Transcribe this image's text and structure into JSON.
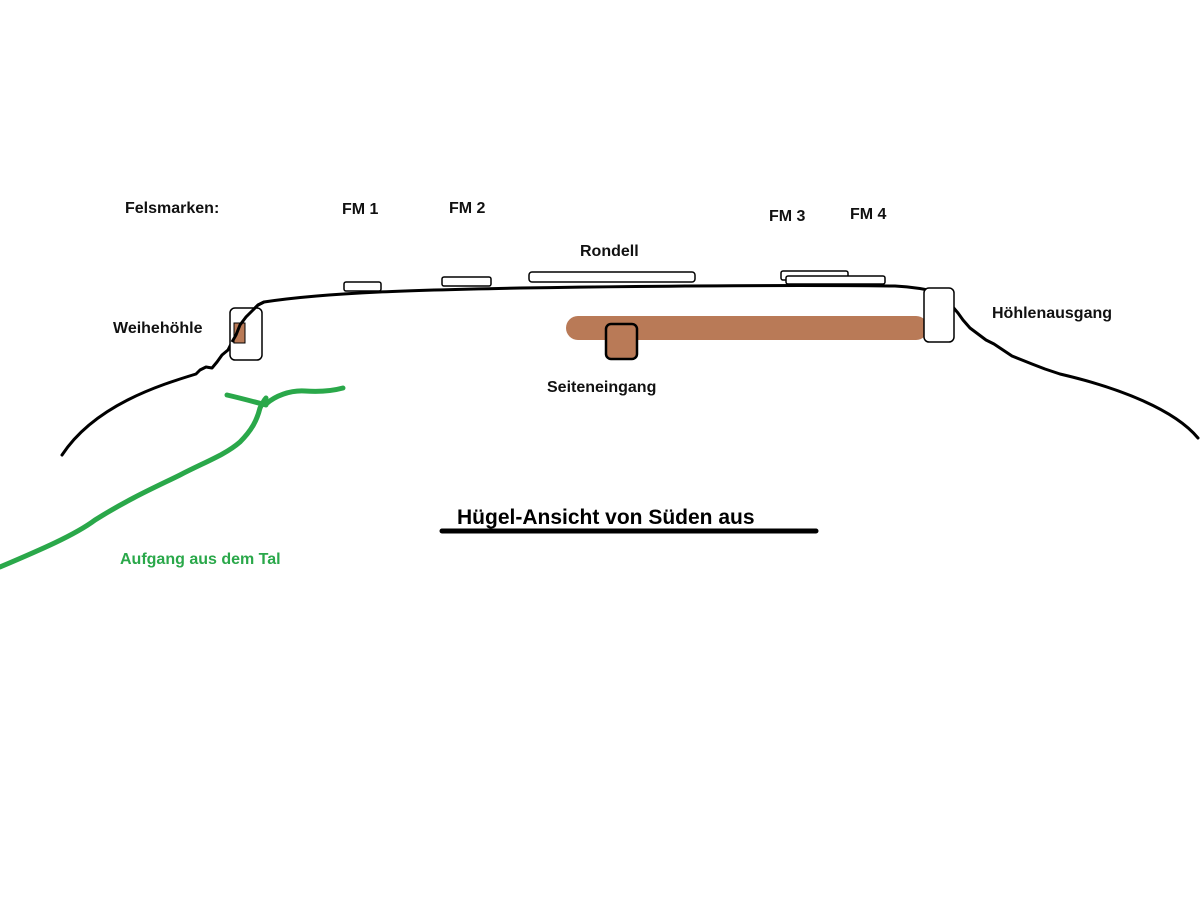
{
  "colors": {
    "outline": "#000000",
    "tunnel": "#b97a57",
    "path": "#2aa84a",
    "text": "#111111"
  },
  "labels": {
    "felsmarken": "Felsmarken:",
    "fm1": "FM 1",
    "fm2": "FM 2",
    "fm3": "FM 3",
    "fm4": "FM 4",
    "rondell": "Rondell",
    "weihehoehle": "Weihehöhle",
    "hoehlenausgang": "Höhlenausgang",
    "seiteneingang": "Seiteneingang",
    "title": "Hügel-Ansicht von Süden aus",
    "aufgang": "Aufgang aus dem Tal"
  }
}
